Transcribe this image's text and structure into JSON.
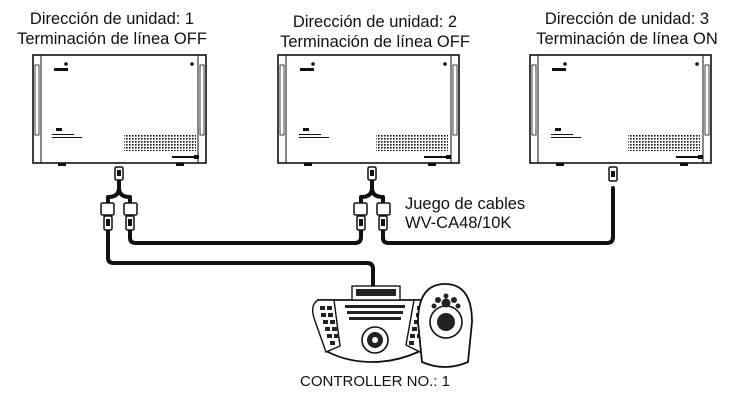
{
  "units": [
    {
      "address": "Dirección de unidad: 1",
      "termination": "Terminación de línea OFF"
    },
    {
      "address": "Dirección de unidad: 2",
      "termination": "Terminación de línea OFF"
    },
    {
      "address": "Dirección de unidad: 3",
      "termination": "Terminación de línea ON"
    }
  ],
  "cable_kit": {
    "name": "Juego de cables",
    "model": "WV-CA48/10K"
  },
  "controller": {
    "label": "CONTROLLER NO.: 1"
  },
  "colors": {
    "line": "#111111",
    "background": "#ffffff"
  }
}
